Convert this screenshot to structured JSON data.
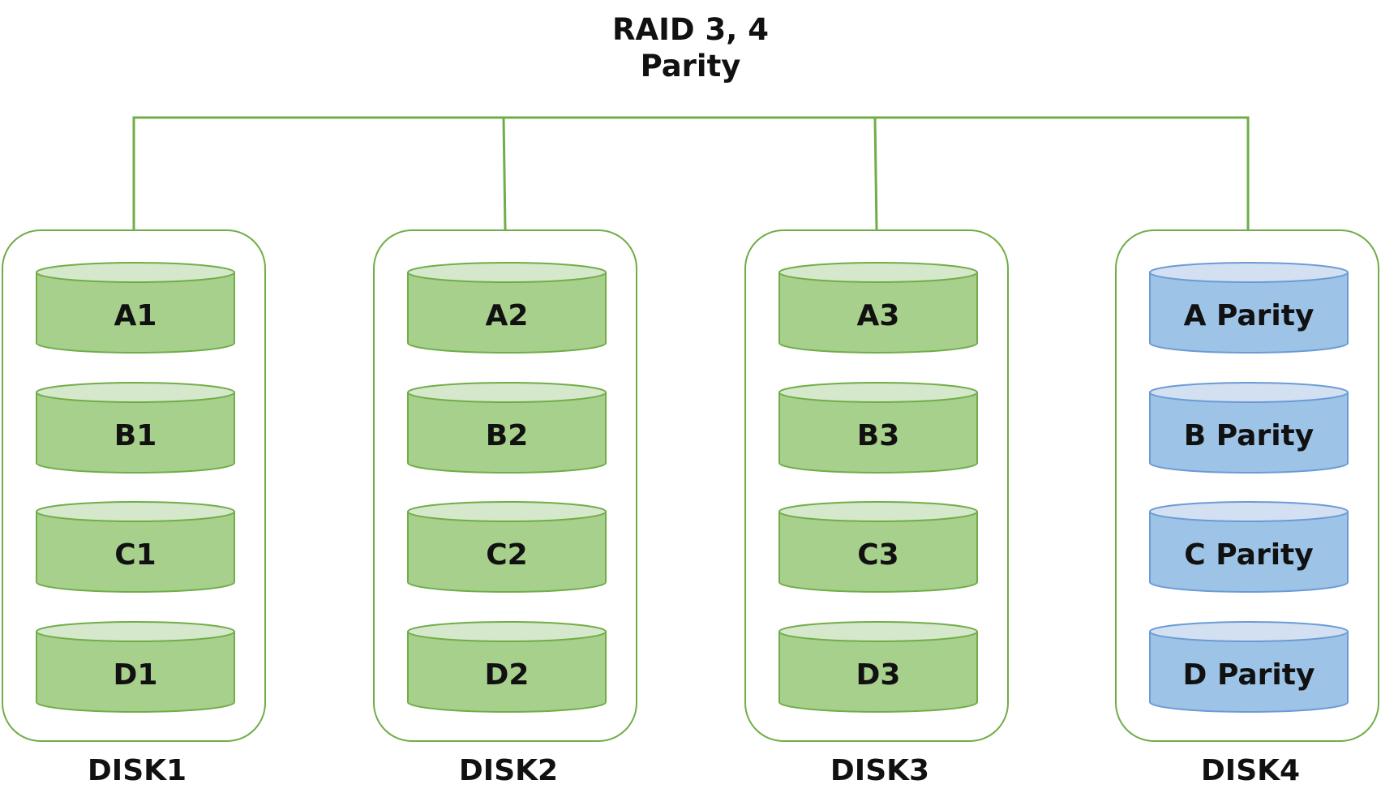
{
  "title": {
    "line1": "RAID 3, 4",
    "line2": "Parity"
  },
  "colors": {
    "line": "#70ad47",
    "data_top": "#d5e8cc",
    "data_body": "#a8d08d",
    "data_stroke": "#70ad47",
    "parity_top": "#d2e0f2",
    "parity_body": "#9dc3e6",
    "parity_stroke": "#6b9bd6"
  },
  "disks": [
    {
      "label": "DISK1",
      "blocks": [
        "A1",
        "B1",
        "C1",
        "D1"
      ],
      "kind": "data"
    },
    {
      "label": "DISK2",
      "blocks": [
        "A2",
        "B2",
        "C2",
        "D2"
      ],
      "kind": "data"
    },
    {
      "label": "DISK3",
      "blocks": [
        "A3",
        "B3",
        "C3",
        "D3"
      ],
      "kind": "data"
    },
    {
      "label": "DISK4",
      "blocks": [
        "A Parity",
        "B Parity",
        "C Parity",
        "D Parity"
      ],
      "kind": "parity"
    }
  ]
}
